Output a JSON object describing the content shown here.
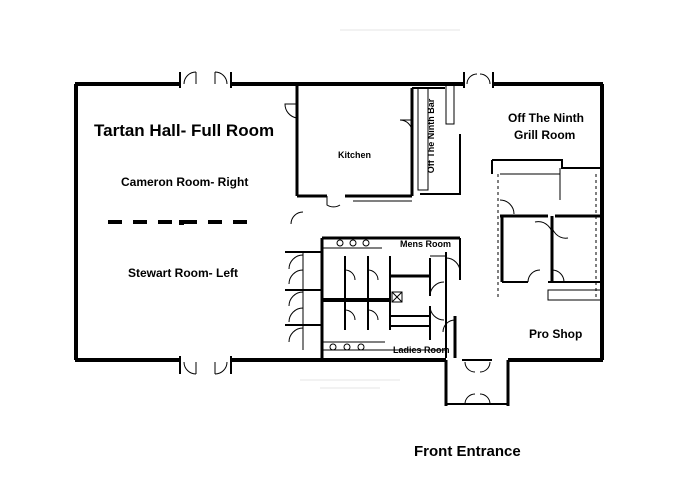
{
  "floor_plan": {
    "rooms": {
      "tartan_hall": "Tartan Hall- Full Room",
      "cameron_room": "Cameron Room- Right",
      "stewart_room": "Stewart Room- Left",
      "kitchen": "Kitchen",
      "bar": "Off The Ninth Bar",
      "grill_room_line1": "Off The Ninth",
      "grill_room_line2": "Grill Room",
      "mens_room": "Mens Room",
      "ladies_room": "Ladies Room",
      "pro_shop": "Pro Shop",
      "front_entrance": "Front Entrance"
    },
    "colors": {
      "walls": "#000000",
      "background": "#ffffff"
    }
  }
}
